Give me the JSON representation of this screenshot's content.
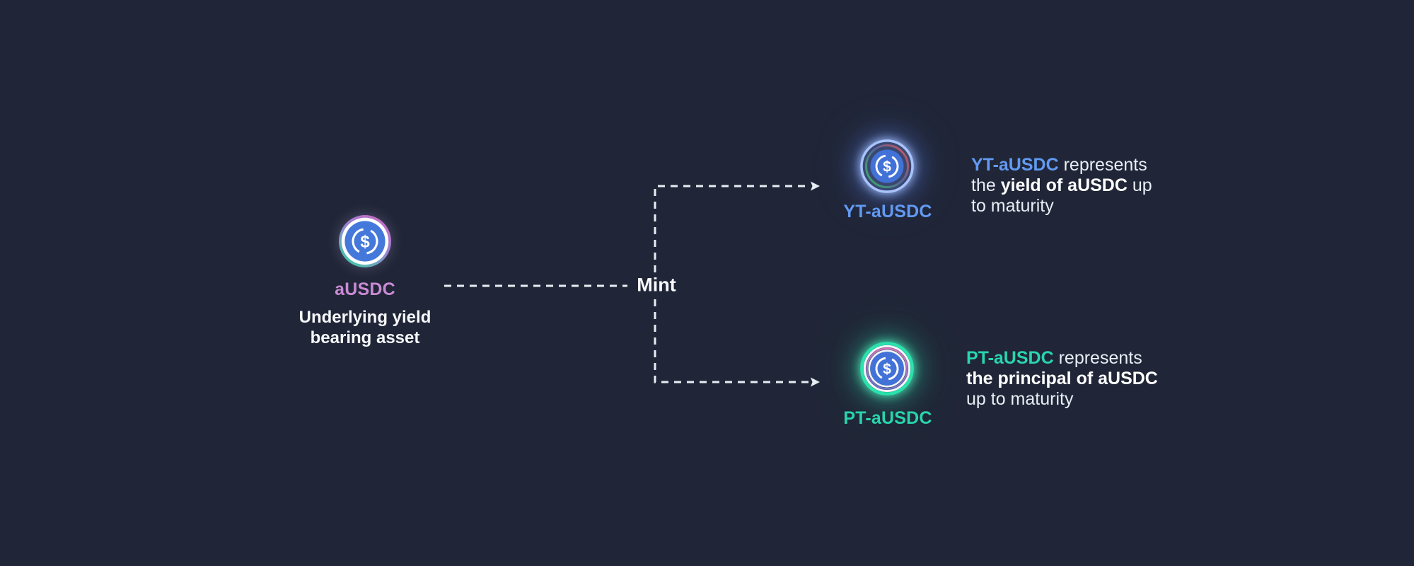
{
  "colors": {
    "background": "#202637",
    "ausdc_label": "#c98bd4",
    "yt_accent": "#629af3",
    "pt_accent": "#29d5ae",
    "body_text": "#f6f8fb",
    "usdc_blue": "#4272d8",
    "connector": "#e9edf3"
  },
  "source_asset": {
    "label": "aUSDC",
    "caption_line1": "Underlying yield",
    "caption_line2": "bearing asset",
    "icon": "ausdc-coin-icon"
  },
  "action": {
    "label": "Mint"
  },
  "yield_token": {
    "label": "YT-aUSDC",
    "icon": "yt-ausdc-coin-icon",
    "description": {
      "token": "YT-aUSDC",
      "after_token": " represents",
      "line2_pre": "the ",
      "line2_bold": "yield of aUSDC",
      "line2_post": " up",
      "line3": "to maturity"
    }
  },
  "principal_token": {
    "label": "PT-aUSDC",
    "icon": "pt-ausdc-coin-icon",
    "description": {
      "token": "PT-aUSDC",
      "after_token": " represents",
      "line2_bold": "the principal of aUSDC",
      "line3": "up to maturity"
    }
  }
}
